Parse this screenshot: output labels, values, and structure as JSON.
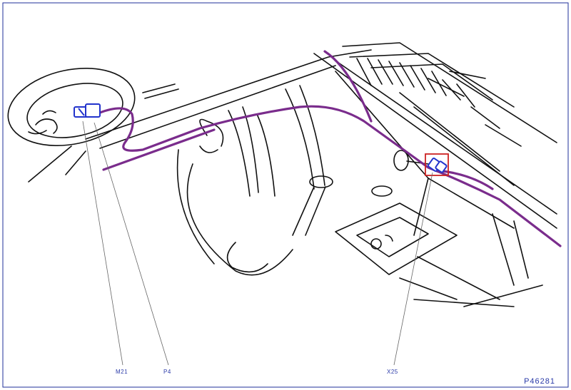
{
  "diagram": {
    "reference_code": "P46281",
    "callouts": {
      "m21": "M21",
      "p4": "P4",
      "x25": "X25"
    },
    "colors": {
      "harness": "#7a2c8c",
      "connector": "#2233cc",
      "highlight": "#cc2222",
      "linework": "#111111",
      "label": "#2a3aa8",
      "border": "#1f2f9a"
    }
  }
}
